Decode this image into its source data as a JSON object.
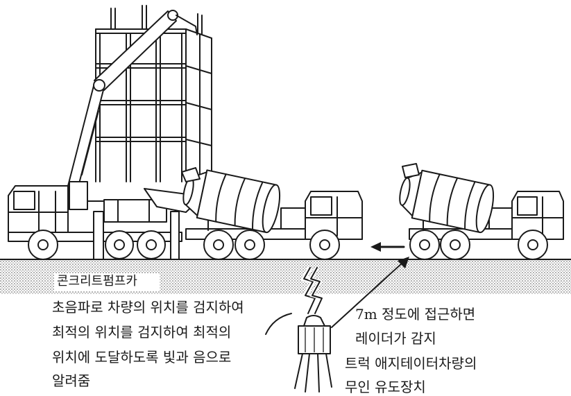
{
  "labels": {
    "pump_truck": "콘크리트펌프카",
    "ultrasonic_note": [
      "초음파로 차량의 위치를 검지하여",
      "최적의 위치를 검지하여 최적의",
      "위치에 도달하도록 빛과 음으로",
      "알려줌"
    ],
    "radar_note": [
      "7m 정도에 접근하면",
      "레이더가 감지"
    ],
    "device_note": [
      "트럭 애지테이터차량의",
      "무인 유도장치"
    ]
  },
  "colors": {
    "line": "#1a1a1a",
    "background": "#ffffff",
    "ground_dots": "#555555"
  }
}
